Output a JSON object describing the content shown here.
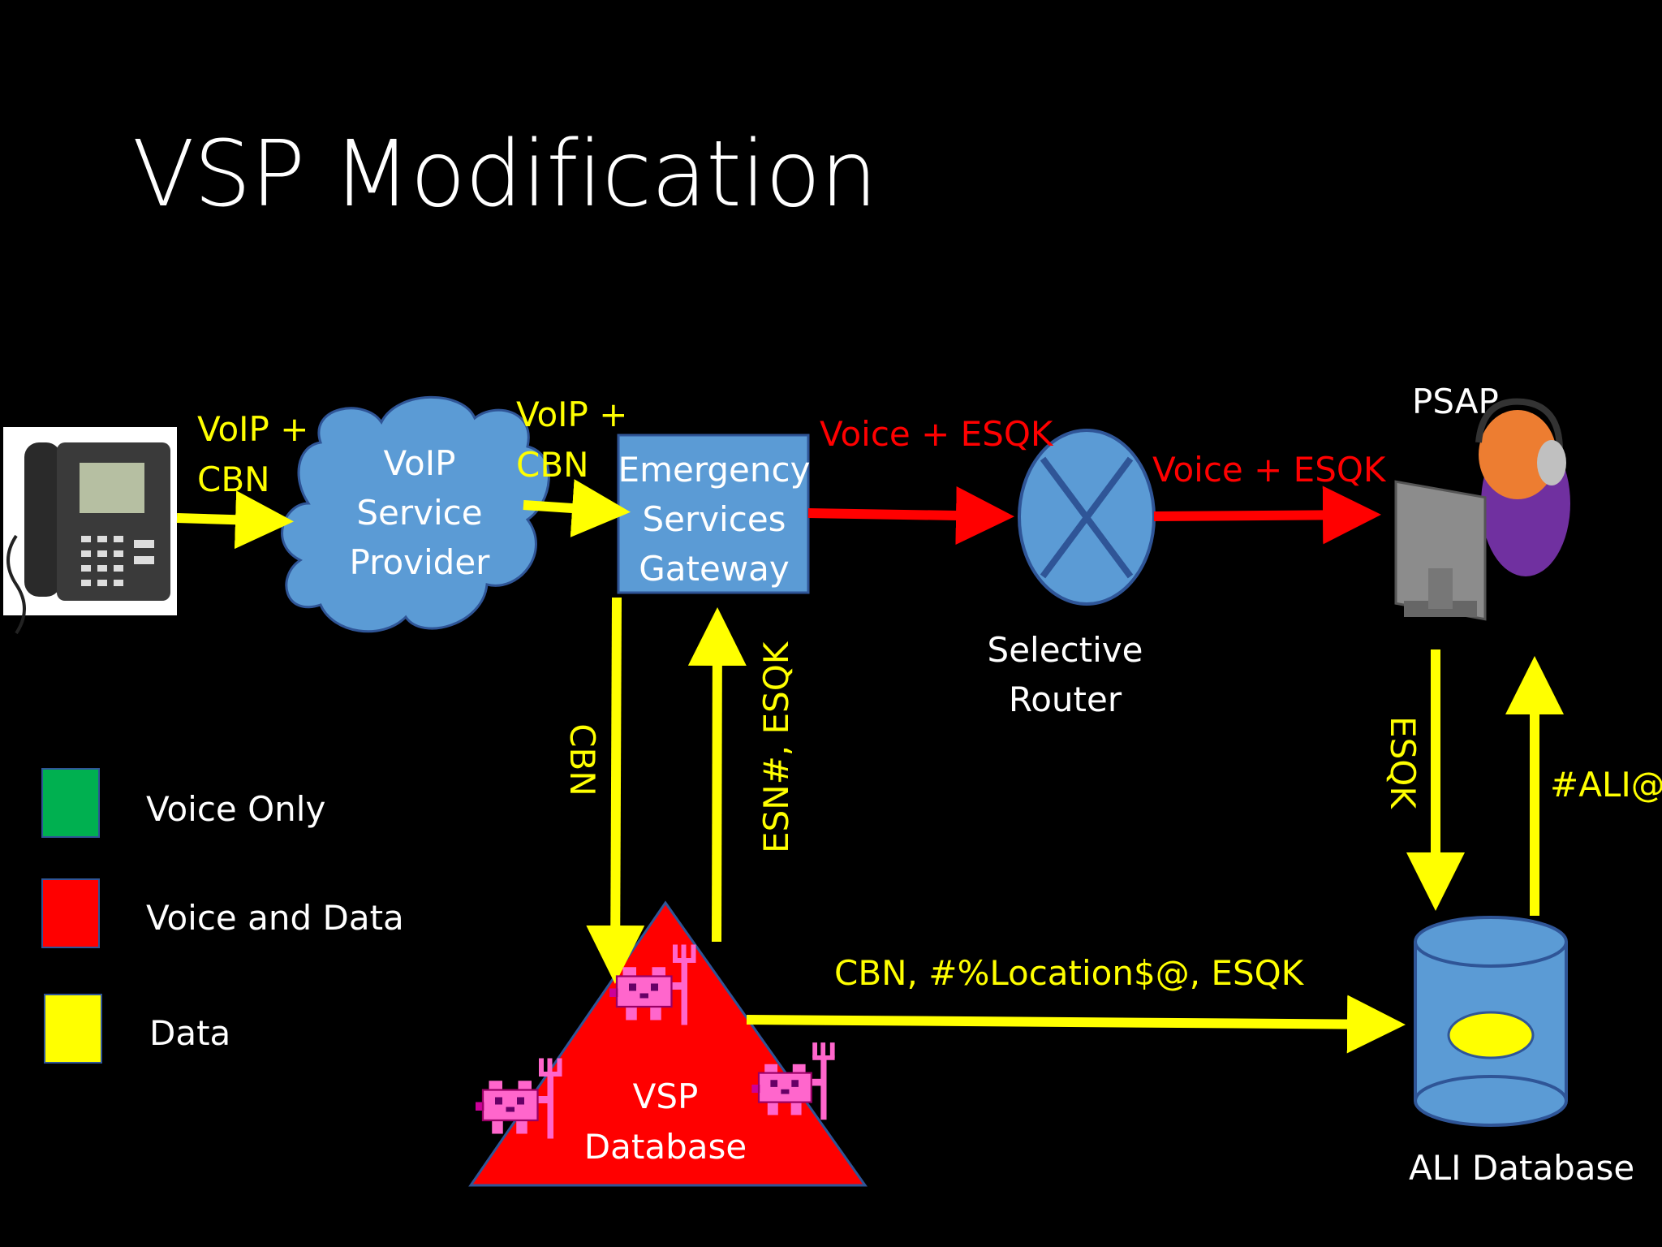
{
  "title": "VSP Modification",
  "colors": {
    "voice_only": "#00b050",
    "voice_and_data": "#ff0000",
    "data": "#ffff00",
    "node_fill": "#5b9bd5",
    "node_stroke": "#2f5597",
    "background": "#000000"
  },
  "nodes": {
    "phone": {
      "icon": "ip-phone-icon"
    },
    "voip_provider": {
      "line1": "VoIP",
      "line2": "Service",
      "line3": "Provider"
    },
    "esgw": {
      "line1": "Emergency",
      "line2": "Services",
      "line3": "Gateway"
    },
    "router": {
      "line1": "Selective",
      "line2": "Router"
    },
    "psap": {
      "label": "PSAP",
      "icon": "dispatcher-icon"
    },
    "ali": {
      "label": "ALI Database"
    },
    "vsp_db": {
      "line1": "VSP",
      "line2": "Database",
      "icon": "pitchfork-creature-icon"
    }
  },
  "edges": {
    "phone_to_vsp": {
      "line1": "VoIP +",
      "line2": "CBN"
    },
    "vsp_to_esgw": {
      "line1": "VoIP +",
      "line2": "CBN"
    },
    "esgw_to_router": "Voice + ESQK",
    "router_to_psap": "Voice + ESQK",
    "esgw_to_db": "CBN",
    "db_to_esgw": "ESN#, ESQK",
    "db_to_ali": "CBN, #%Location$@, ESQK",
    "psap_to_ali": "ESQK",
    "ali_to_psap": "#ALI@"
  },
  "legend": [
    {
      "label": "Voice Only",
      "color": "#00b050"
    },
    {
      "label": "Voice and Data",
      "color": "#ff0000"
    },
    {
      "label": "Data",
      "color": "#ffff00"
    }
  ]
}
